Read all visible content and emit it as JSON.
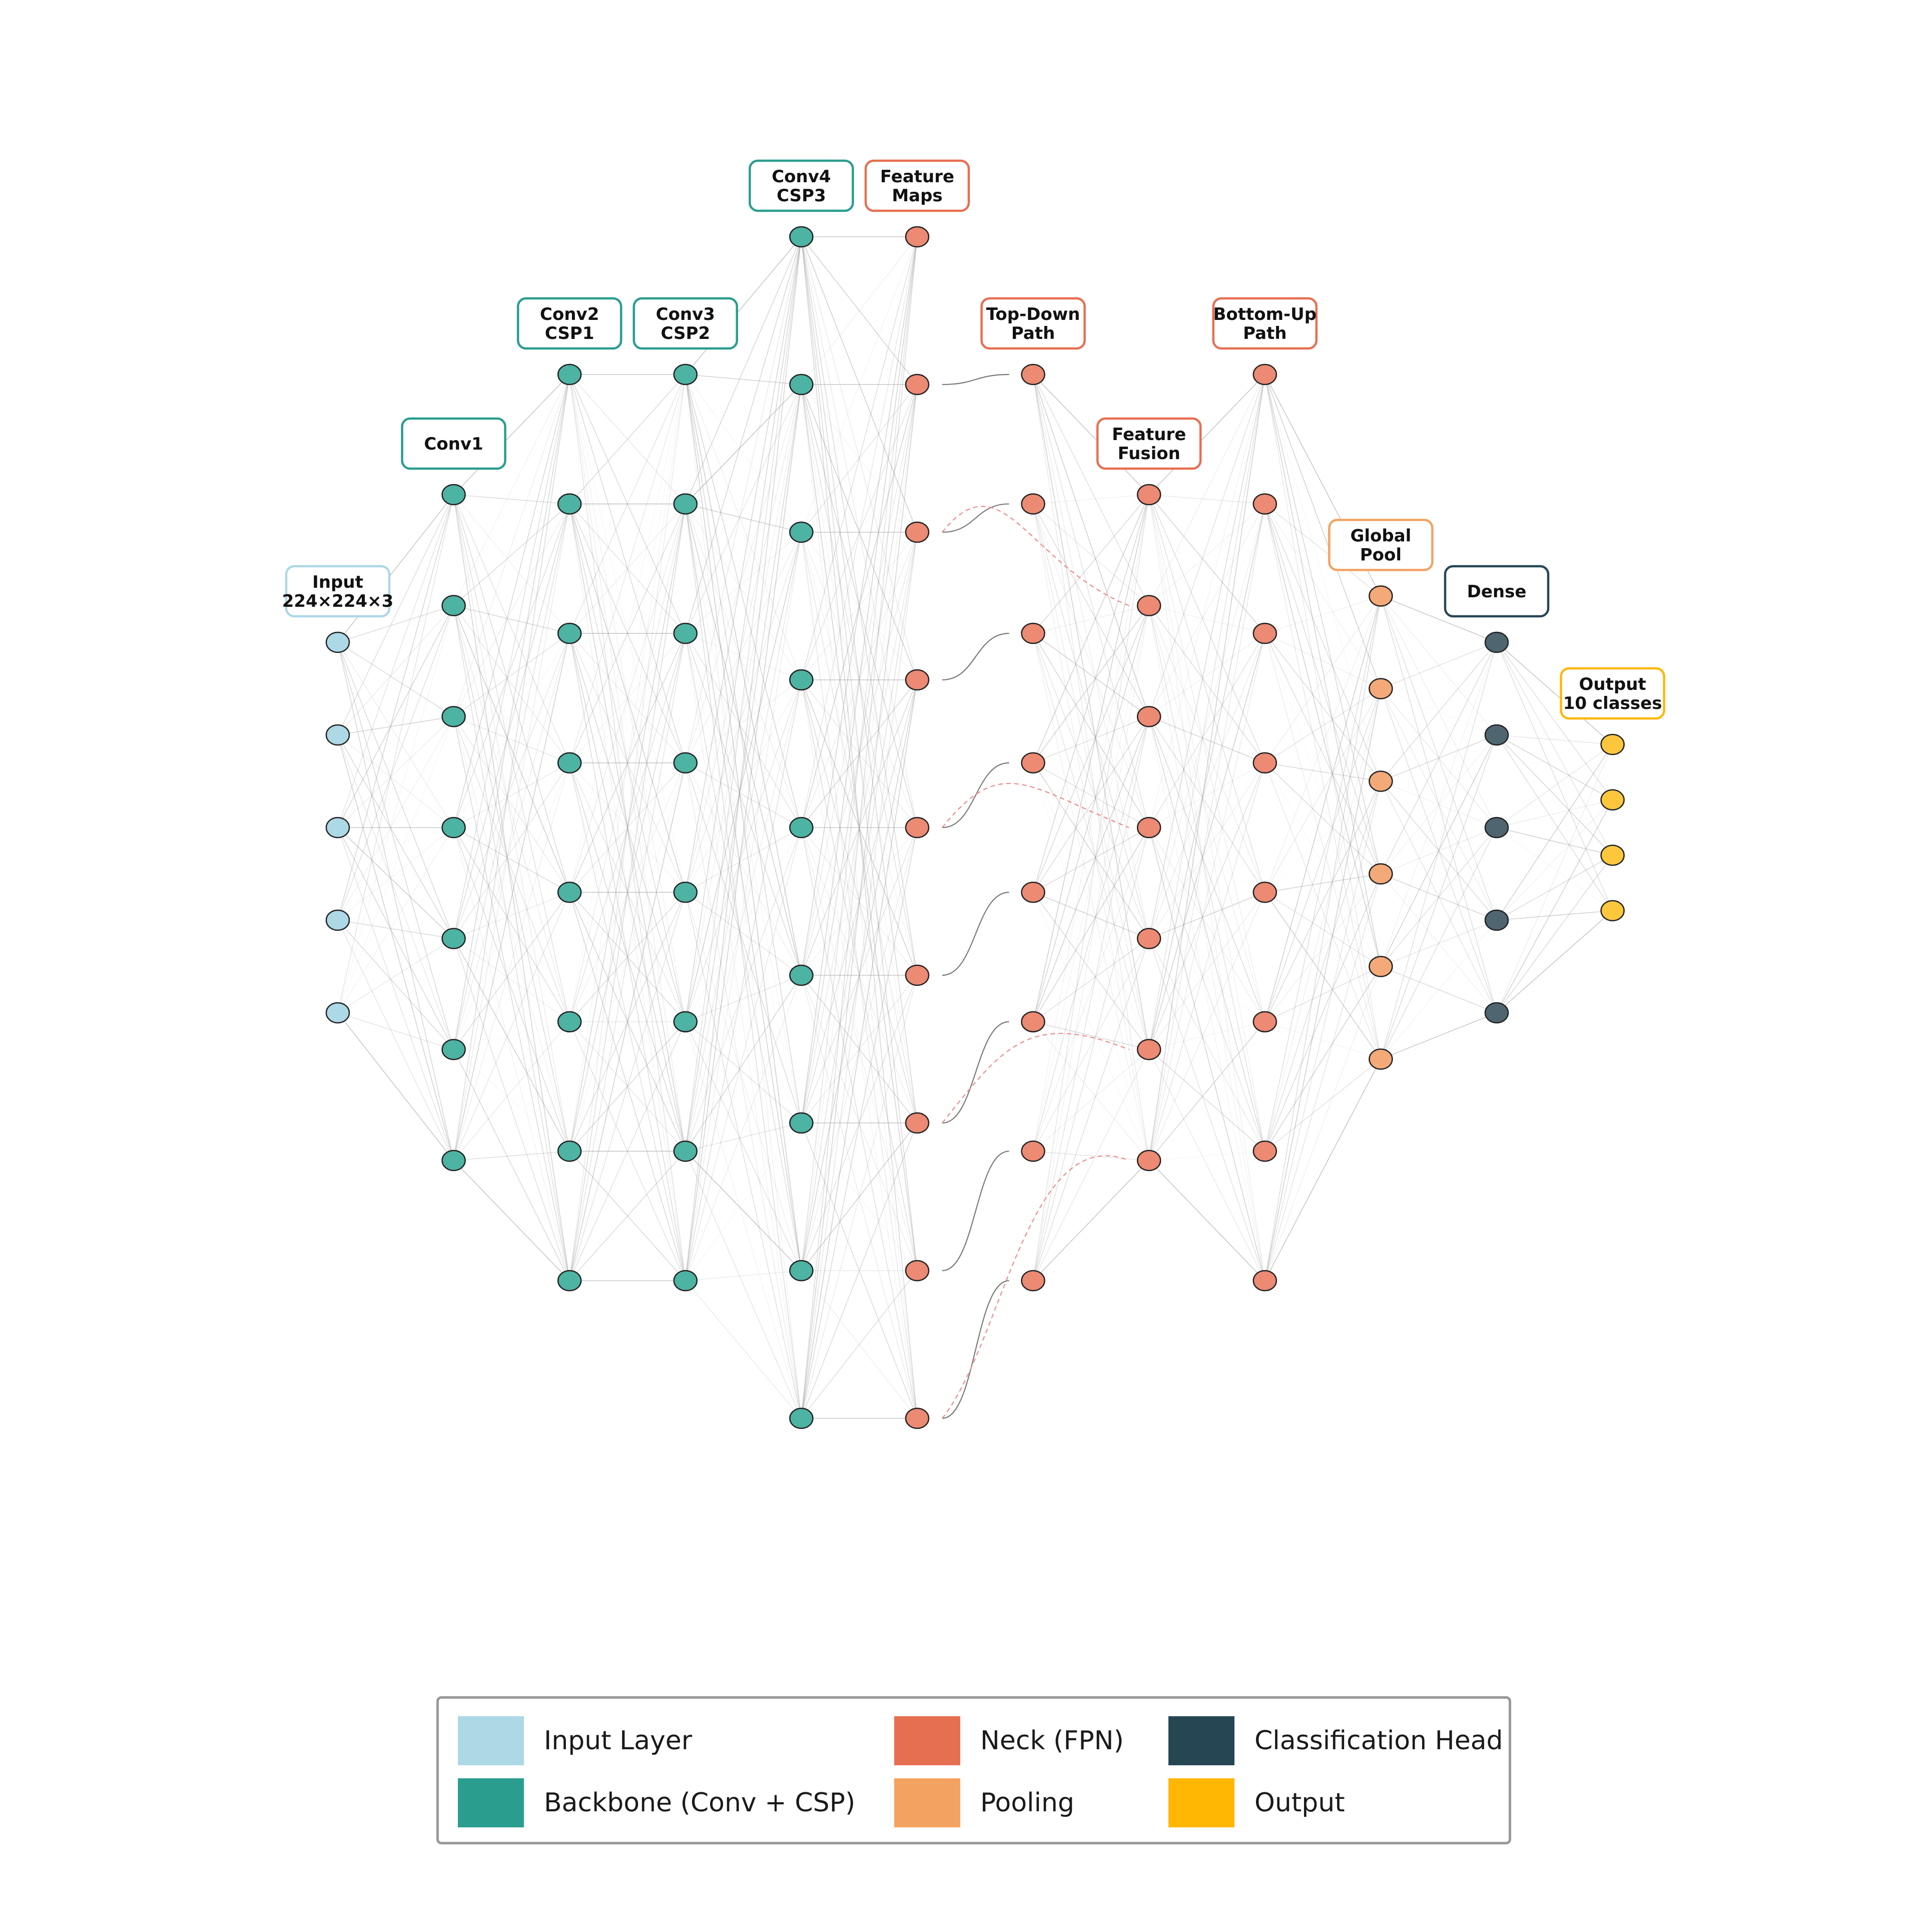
{
  "layers": [
    {
      "id": "input",
      "label": [
        "Input",
        "224×224×3"
      ],
      "nodes": 5,
      "color": "#add8e6",
      "box_color": "#add8e6"
    },
    {
      "id": "conv1",
      "label": [
        "Conv1"
      ],
      "nodes": 7,
      "color": "#4db3a3",
      "box_color": "#2a9d8f"
    },
    {
      "id": "conv2",
      "label": [
        "Conv2",
        "CSP1"
      ],
      "nodes": 8,
      "color": "#4db3a3",
      "box_color": "#2a9d8f"
    },
    {
      "id": "conv3",
      "label": [
        "Conv3",
        "CSP2"
      ],
      "nodes": 8,
      "color": "#4db3a3",
      "box_color": "#2a9d8f"
    },
    {
      "id": "conv4",
      "label": [
        "Conv4",
        "CSP3"
      ],
      "nodes": 9,
      "color": "#4db3a3",
      "box_color": "#2a9d8f"
    },
    {
      "id": "feature-maps",
      "label": [
        "Feature",
        "Maps"
      ],
      "nodes": 9,
      "color": "#ec8a73",
      "box_color": "#e76f51"
    },
    {
      "id": "top-down",
      "label": [
        "Top-Down",
        "Path"
      ],
      "nodes": 8,
      "color": "#ec8a73",
      "box_color": "#e76f51"
    },
    {
      "id": "feature-fusion",
      "label": [
        "Feature",
        "Fusion"
      ],
      "nodes": 7,
      "color": "#ec8a73",
      "box_color": "#e76f51"
    },
    {
      "id": "bottom-up",
      "label": [
        "Bottom-Up",
        "Path"
      ],
      "nodes": 8,
      "color": "#ec8a73",
      "box_color": "#e76f51"
    },
    {
      "id": "global-pool",
      "label": [
        "Global",
        "Pool"
      ],
      "nodes": 6,
      "color": "#f4a978",
      "box_color": "#f4a261"
    },
    {
      "id": "dense",
      "label": [
        "Dense"
      ],
      "nodes": 5,
      "color": "#4f6570",
      "box_color": "#264653"
    },
    {
      "id": "output",
      "label": [
        "Output",
        "10 classes"
      ],
      "nodes": 4,
      "color": "#fcc73c",
      "box_color": "#ffb703"
    }
  ],
  "legend": [
    {
      "label": "Input Layer",
      "color": "#add8e6"
    },
    {
      "label": "Backbone (Conv + CSP)",
      "color": "#2a9d8f"
    },
    {
      "label": "Neck (FPN)",
      "color": "#e76f51"
    },
    {
      "label": "Pooling",
      "color": "#f4a261"
    },
    {
      "label": "Classification Head",
      "color": "#264653"
    },
    {
      "label": "Output",
      "color": "#ffb703"
    }
  ]
}
